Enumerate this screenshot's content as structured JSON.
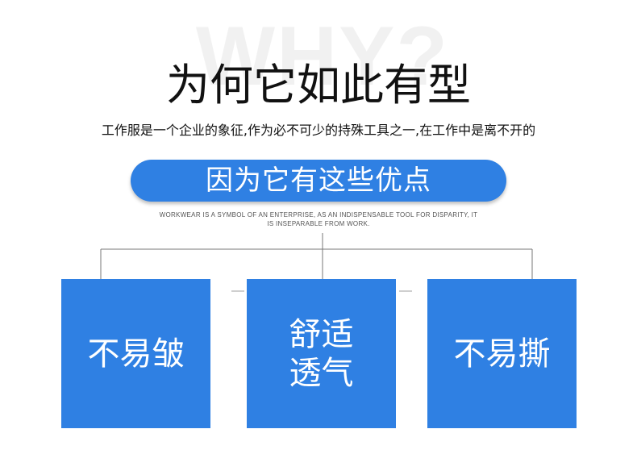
{
  "watermark": "WHY?",
  "headline": "为何它如此有型",
  "subline": "工作服是一个企业的象征,作为必不可少的持殊工具之一,在工作中是离不开的",
  "pill_text": "因为它有这些优点",
  "english_lines": [
    "WORKWEAR IS A SYMBOL OF AN ENTERPRISE, AS AN INDISPENSABLE TOOL FOR DISPARITY, IT",
    "IS INSEPARABLE FROM WORK."
  ],
  "features": [
    {
      "lines": [
        "不易皱"
      ]
    },
    {
      "lines": [
        "舒适",
        "透气"
      ]
    },
    {
      "lines": [
        "不易撕"
      ]
    }
  ],
  "colors": {
    "accent": "#2f80e3",
    "text": "#111111",
    "watermark": "#f1f1f1",
    "line": "#777777"
  }
}
